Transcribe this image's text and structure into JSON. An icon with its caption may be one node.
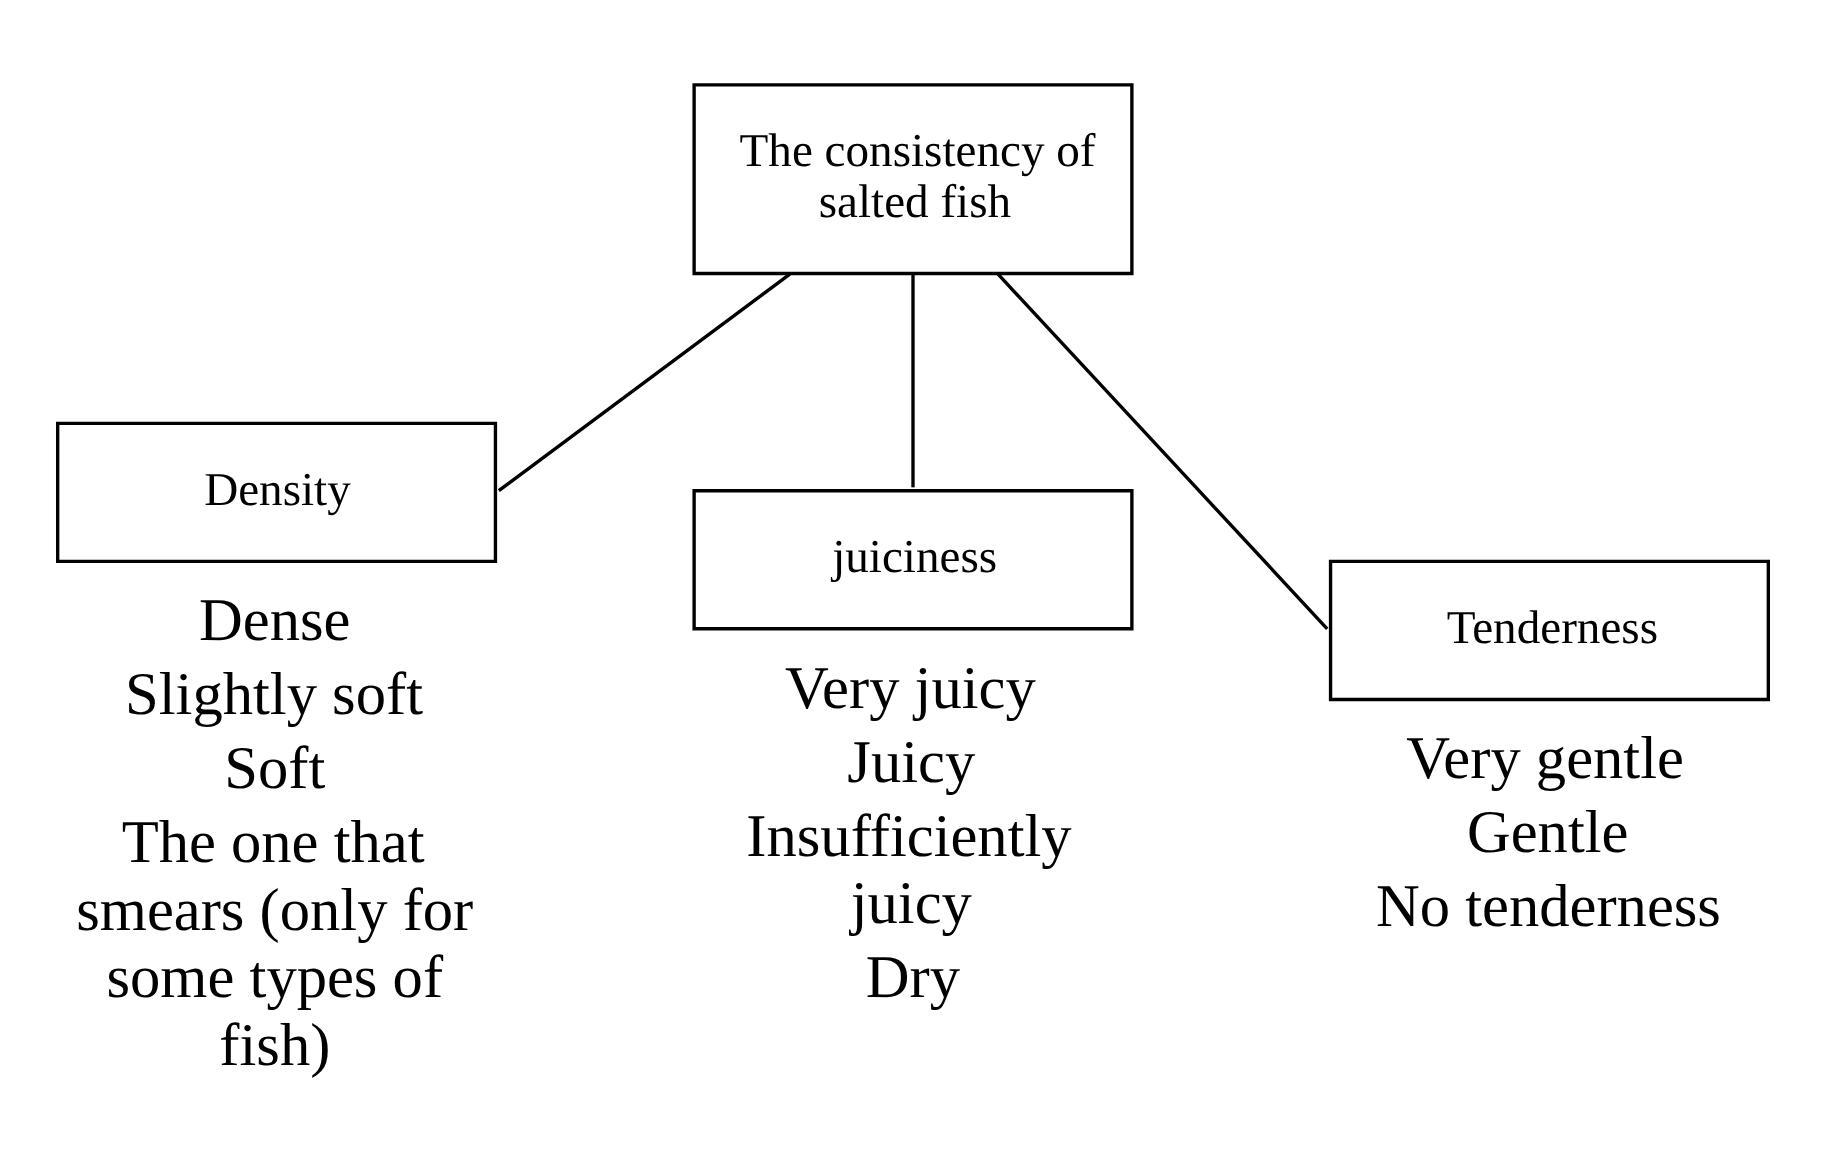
{
  "diagram": {
    "nodes": [
      {
        "text": [
          "The consistency of salted fish"
        ]
      },
      {
        "text": [
          "Density"
        ],
        "beside": [
          "Dense",
          "Slightly soft",
          "Soft",
          "The one that smears (only for some types of fish)"
        ]
      },
      {
        "text": [
          "juiciness"
        ],
        "beside": [
          "Very juicy",
          "Juicy",
          "Insufficiently juicy",
          "Dry"
        ]
      },
      {
        "text": [
          "Tenderness"
        ],
        "beside": [
          "Very gentle",
          "Gentle",
          "No tenderness"
        ]
      }
    ],
    "edges": [
      {
        "from": 0,
        "to": 1,
        "arrow": "none"
      },
      {
        "from": 0,
        "to": 2,
        "arrow": "none"
      },
      {
        "from": 0,
        "to": 3,
        "arrow": "none"
      }
    ]
  }
}
